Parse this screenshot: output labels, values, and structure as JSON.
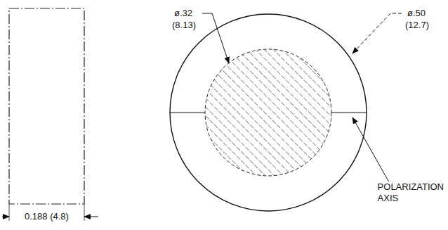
{
  "diagram": {
    "labels": [
      "ø.32",
      "(8.13)",
      "ø.50",
      "(12.7)",
      "POLARIZATION AXIS",
      "0.188 (4.8)"
    ]
  }
}
